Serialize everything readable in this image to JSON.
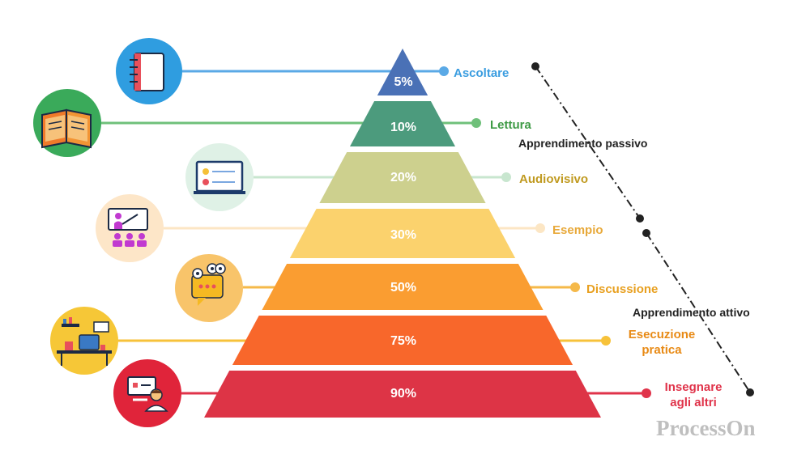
{
  "levels": [
    {
      "label": "Ascoltare",
      "percent": "5%",
      "color": "#4a71b6",
      "line_color": "#5aa9e6",
      "label_color": "#3b9de0",
      "icon": "notebook-icon",
      "icon_bg": "#2f9de0"
    },
    {
      "label": "Lettura",
      "percent": "10%",
      "color": "#4c9b7d",
      "line_color": "#6fc07a",
      "label_color": "#3e9a45",
      "icon": "open-book-icon",
      "icon_bg": "#3aaa5a"
    },
    {
      "label": "Audiovisivo",
      "percent": "20%",
      "color": "#cdd08e",
      "line_color": "#c8e6cf",
      "label_color": "#c09a20",
      "icon": "screen-icon",
      "icon_bg": "#dff1e6"
    },
    {
      "label": "Esempio",
      "percent": "30%",
      "color": "#fbd26d",
      "line_color": "#fce6c4",
      "label_color": "#e8a93a",
      "icon": "classroom-icon",
      "icon_bg": "#fde6c8"
    },
    {
      "label": "Discussione",
      "percent": "50%",
      "color": "#fa9d31",
      "line_color": "#f5b94a",
      "label_color": "#e8a020",
      "icon": "chat-bubbles-icon",
      "icon_bg": "#f8c46a"
    },
    {
      "label": "Esecuzione pratica",
      "percent": "75%",
      "color": "#f8672b",
      "line_color": "#f7c23a",
      "label_color": "#e88a15",
      "icon": "workspace-icon",
      "icon_bg": "#f6c737"
    },
    {
      "label": "Insegnare agli altri",
      "percent": "90%",
      "color": "#dd3446",
      "line_color": "#e0334a",
      "label_color": "#e0334a",
      "icon": "presenter-icon",
      "icon_bg": "#e0243a"
    }
  ],
  "side_labels": {
    "passive": "Apprendimento passivo",
    "active": "Apprendimento attivo"
  },
  "watermark": "ProcessOn"
}
